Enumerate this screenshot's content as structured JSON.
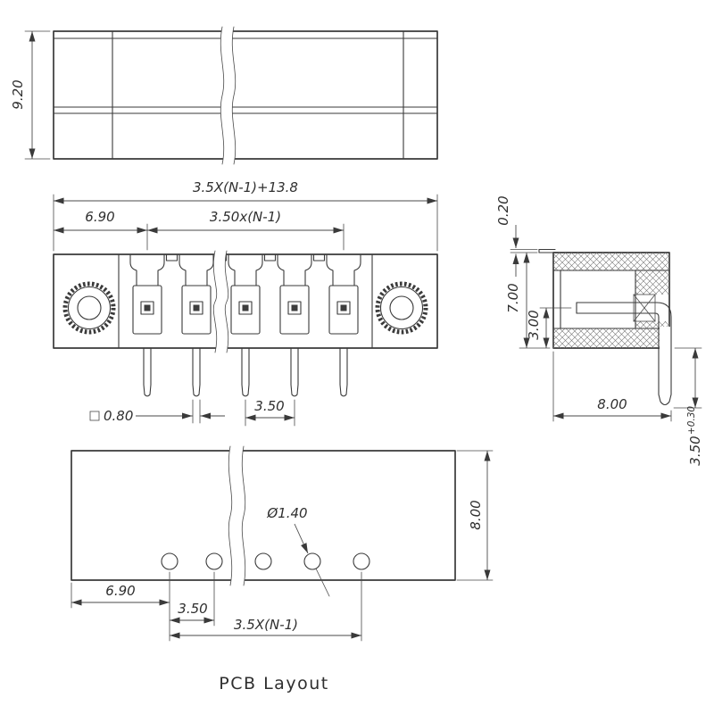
{
  "caption": "PCB Layout",
  "top_view": {
    "height": "9.20"
  },
  "front_view": {
    "total_width": "3.5X(N-1)+13.8",
    "left_offset": "6.90",
    "pitch_span": "3.50x(N-1)",
    "pin_square": "0.80",
    "pitch": "3.50"
  },
  "side_view": {
    "lip": "0.20",
    "body_height": "7.00",
    "pin_height": "3.00",
    "depth": "8.00",
    "pin_length": "3.50",
    "pin_length_tol": "+0.30"
  },
  "pcb_view": {
    "board_width": "8.00",
    "hole_dia": "Ø1.40",
    "left_offset": "6.90",
    "pitch": "3.50",
    "span": "3.5X(N-1)"
  },
  "colors": {
    "line": "#3a3a3a",
    "background": "#ffffff"
  }
}
